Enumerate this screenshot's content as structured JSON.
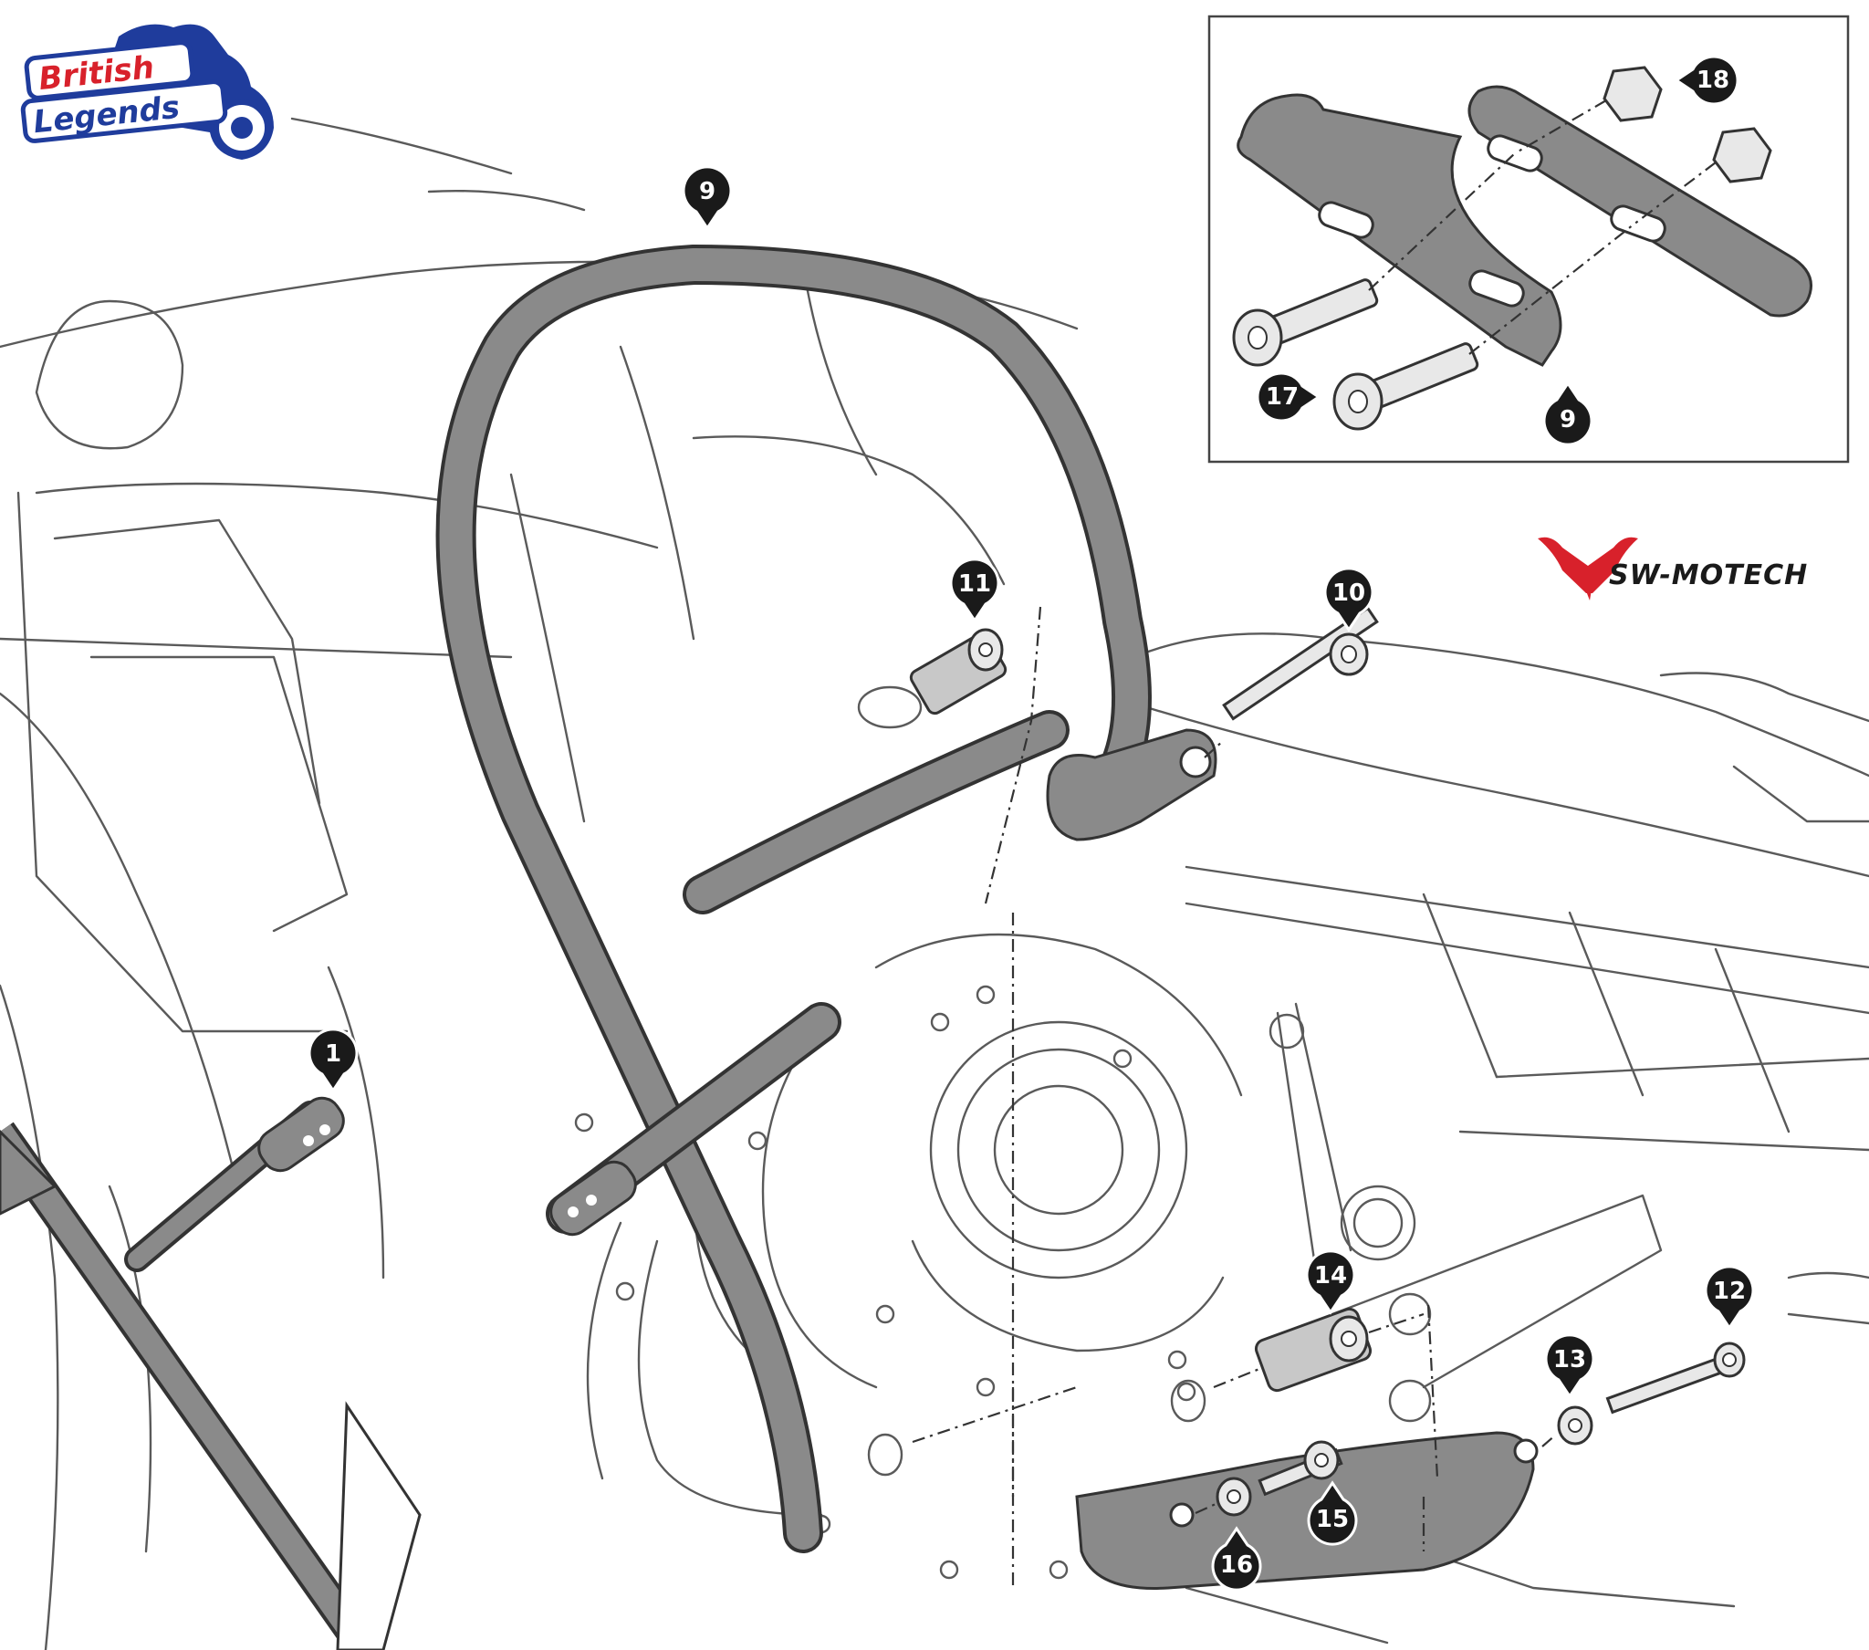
{
  "logo": {
    "line1": "British",
    "line2": "Legends",
    "colors": {
      "blue": "#1f3c9c",
      "red": "#d8212b"
    }
  },
  "brand": {
    "name": "SW-MOTECH",
    "accent": "#d8212b",
    "icon": "horns-icon"
  },
  "callouts": [
    "1",
    "9",
    "10",
    "11",
    "12",
    "13",
    "14",
    "15",
    "16",
    "17",
    "18"
  ],
  "inset": {
    "callouts": [
      "9",
      "17",
      "18"
    ]
  },
  "colors": {
    "part_fill": "#8a8a8a",
    "outline": "#333333",
    "callout": "#1a1a1a",
    "sketch": "#5a5a5a"
  }
}
